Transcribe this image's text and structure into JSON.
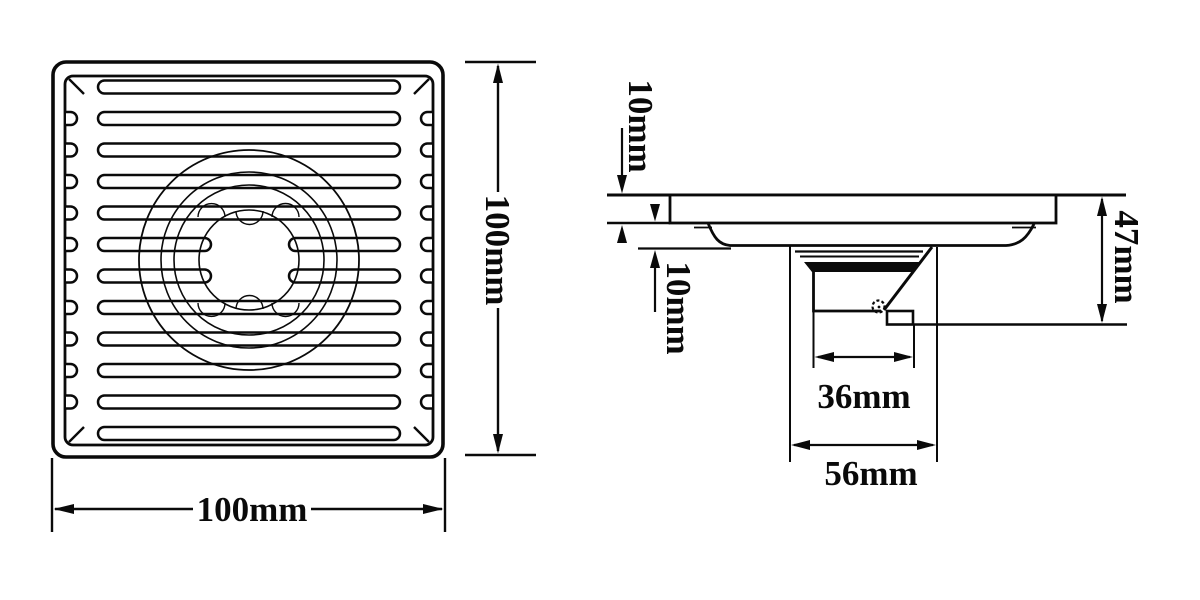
{
  "page": {
    "background": "#ffffff",
    "ink": "#0a0a0a",
    "description": "Technical dimension drawing of a square floor drain: top view of slotted grate and side cross-section with trap outlet"
  },
  "top_view": {
    "name": "floor-drain-grate-top-view",
    "dim_height_label": "100mm",
    "dim_width_label": "100mm"
  },
  "side_view": {
    "name": "floor-drain-side-section-view",
    "dim_top_thickness_label": "10mm",
    "dim_recess_depth_label": "10mm",
    "dim_total_height_label": "47mm",
    "dim_outlet_inner_width_label": "36mm",
    "dim_outlet_cup_width_label": "56mm"
  }
}
